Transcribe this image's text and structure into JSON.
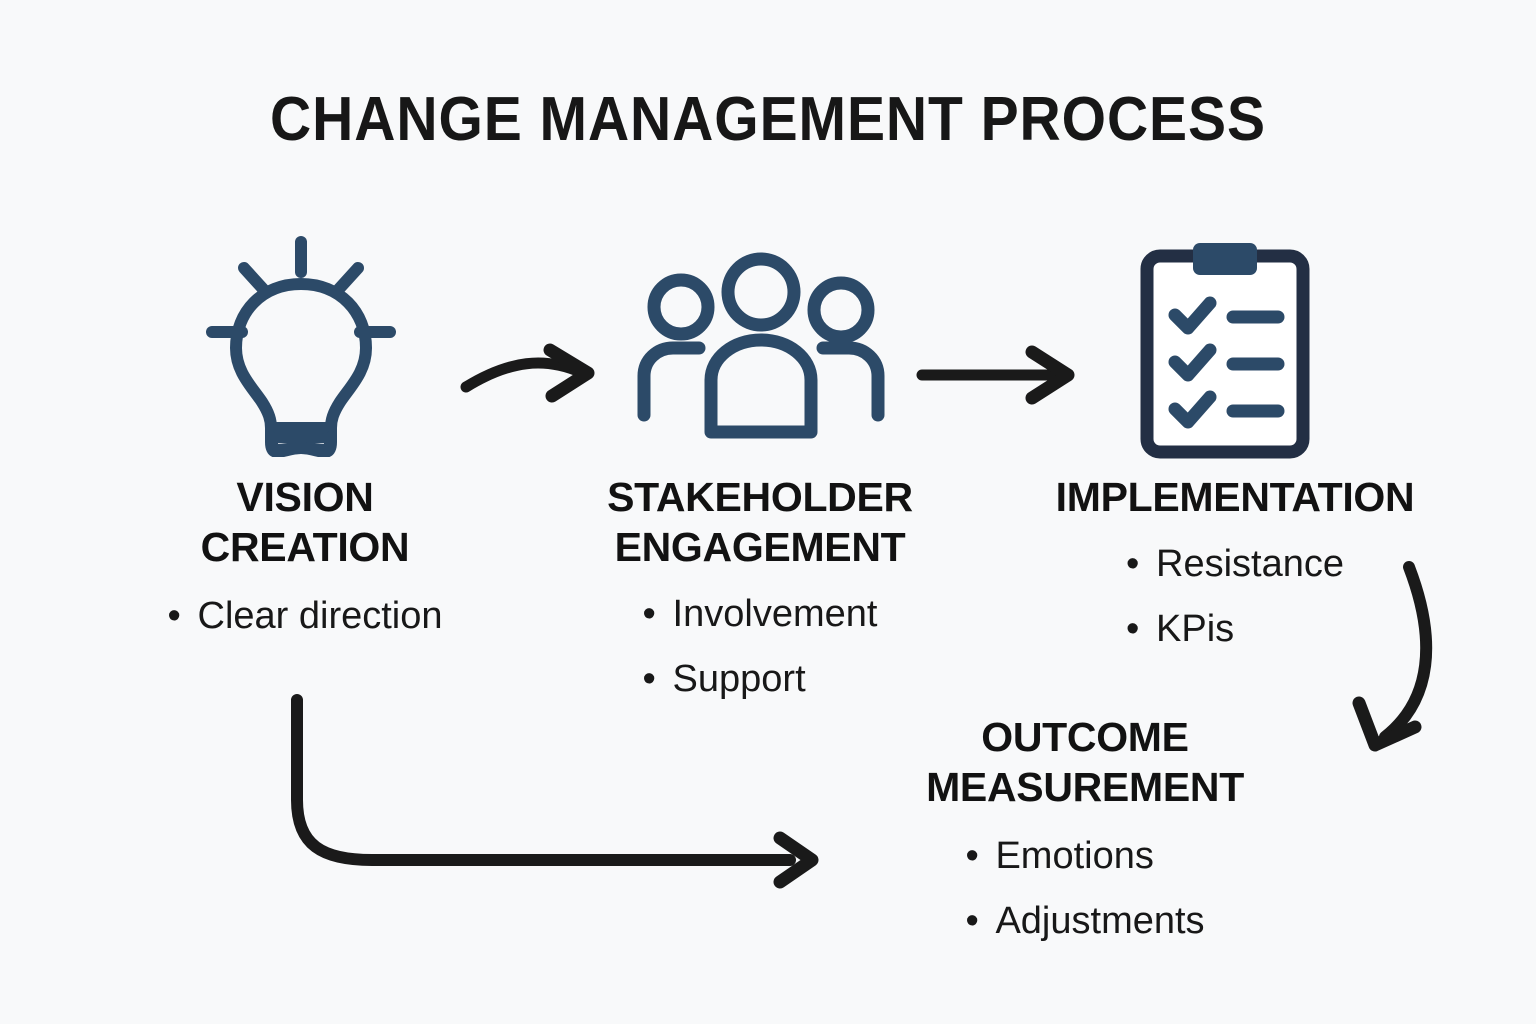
{
  "page": {
    "title": "CHANGE MANAGEMENT PROCESS",
    "background_color": "#f8f9fa",
    "text_color": "#121212",
    "icon_color": "#2c4a68",
    "icon_dark_color": "#232f44",
    "arrow_color": "#1a1a1a"
  },
  "stages": [
    {
      "id": "vision-creation",
      "icon": "lightbulb-icon",
      "heading": "VISION CREATION",
      "heading_line1": "VISION",
      "heading_line2": "CREATION",
      "bullets": [
        "Clear direction"
      ]
    },
    {
      "id": "stakeholder-engagement",
      "icon": "people-group-icon",
      "heading": "STAKEHOLDER ENGAGEMENT",
      "heading_line1": "STAKEHOLDER",
      "heading_line2": "ENGAGEMENT",
      "bullets": [
        "Involvement",
        "Support"
      ]
    },
    {
      "id": "implementation",
      "icon": "clipboard-checklist-icon",
      "heading": "IMPLEMENTATION",
      "heading_line1": "IMPLEMENTATION",
      "heading_line2": "",
      "bullets": [
        "Resistance",
        "KPis"
      ]
    },
    {
      "id": "outcome-measurement",
      "icon": "",
      "heading": "OUTCOME MEASUREMENT",
      "heading_line1": "OUTCOME",
      "heading_line2": "MEASUREMENT",
      "bullets": [
        "Emotions",
        "Adjustments"
      ]
    }
  ],
  "connectors": [
    {
      "id": "arrow-vision-to-stakeholder",
      "shape": "curved-right"
    },
    {
      "id": "arrow-stakeholder-to-implementation",
      "shape": "straight-right"
    },
    {
      "id": "arrow-implementation-to-outcome",
      "shape": "curved-down-left"
    },
    {
      "id": "arrow-vision-to-outcome",
      "shape": "elbow-down-right"
    }
  ]
}
